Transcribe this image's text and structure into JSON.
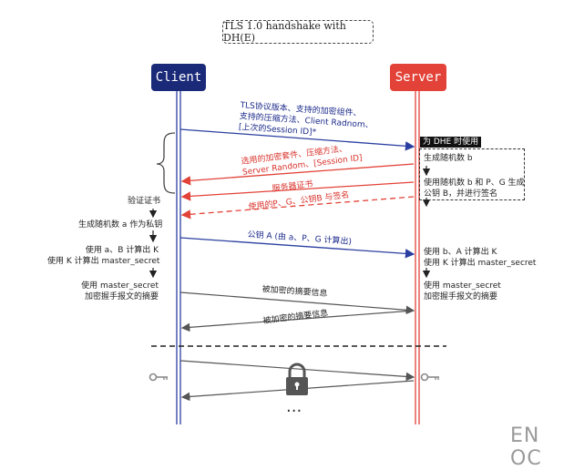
{
  "title": "TLS 1.0 handshake with DH(E)",
  "actors": {
    "client": "Client",
    "server": "Server"
  },
  "messages": {
    "client_hello": [
      "TLS协议版本、支持的加密组件、",
      "支持的压缩方法、Client Radnom、",
      "[上次的Session ID]*"
    ],
    "server_hello": [
      "选用的加密套件、压缩方法、",
      "Server Random、[Session ID]"
    ],
    "server_cert": "服务器证书",
    "server_key_exchange": "使用的P、G、公钥B 与签名",
    "client_key_exchange": "公钥 A (由 a、P、G 计算出)",
    "client_finished": "被加密的摘要信息",
    "server_finished": "被加密的摘要信息"
  },
  "client_notes": {
    "verify_cert": "验证证书",
    "gen_random_a": "生成随机数 a 作为私钥",
    "compute_k": [
      "使用 a、B 计算出 K",
      "使用 K 计算出 master_secret"
    ],
    "encrypt_digest": [
      "使用 master_secret",
      "加密握手报文的摘要"
    ]
  },
  "server_notes": {
    "dhe_tag": "为 DHE 时使用",
    "gen_random_b": "生成随机数 b",
    "gen_key_b": [
      "使用随机数 b 和 P、G 生成",
      "公钥 B，并进行签名"
    ],
    "compute_k": [
      "使用 b、A 计算出 K",
      "使用 K 计算出 master_secret"
    ],
    "encrypt_digest": [
      "使用 master_secret",
      "加密握手报文的摘要"
    ]
  },
  "ellipsis": "...",
  "watermark": "EN OC",
  "colors": {
    "client": "#1b2a78",
    "server": "#e24238",
    "blue_arrow": "#2a3fa0",
    "red_arrow": "#e24238",
    "gray_arrow": "#555555"
  },
  "icons": [
    "key-icon",
    "lock-icon"
  ]
}
